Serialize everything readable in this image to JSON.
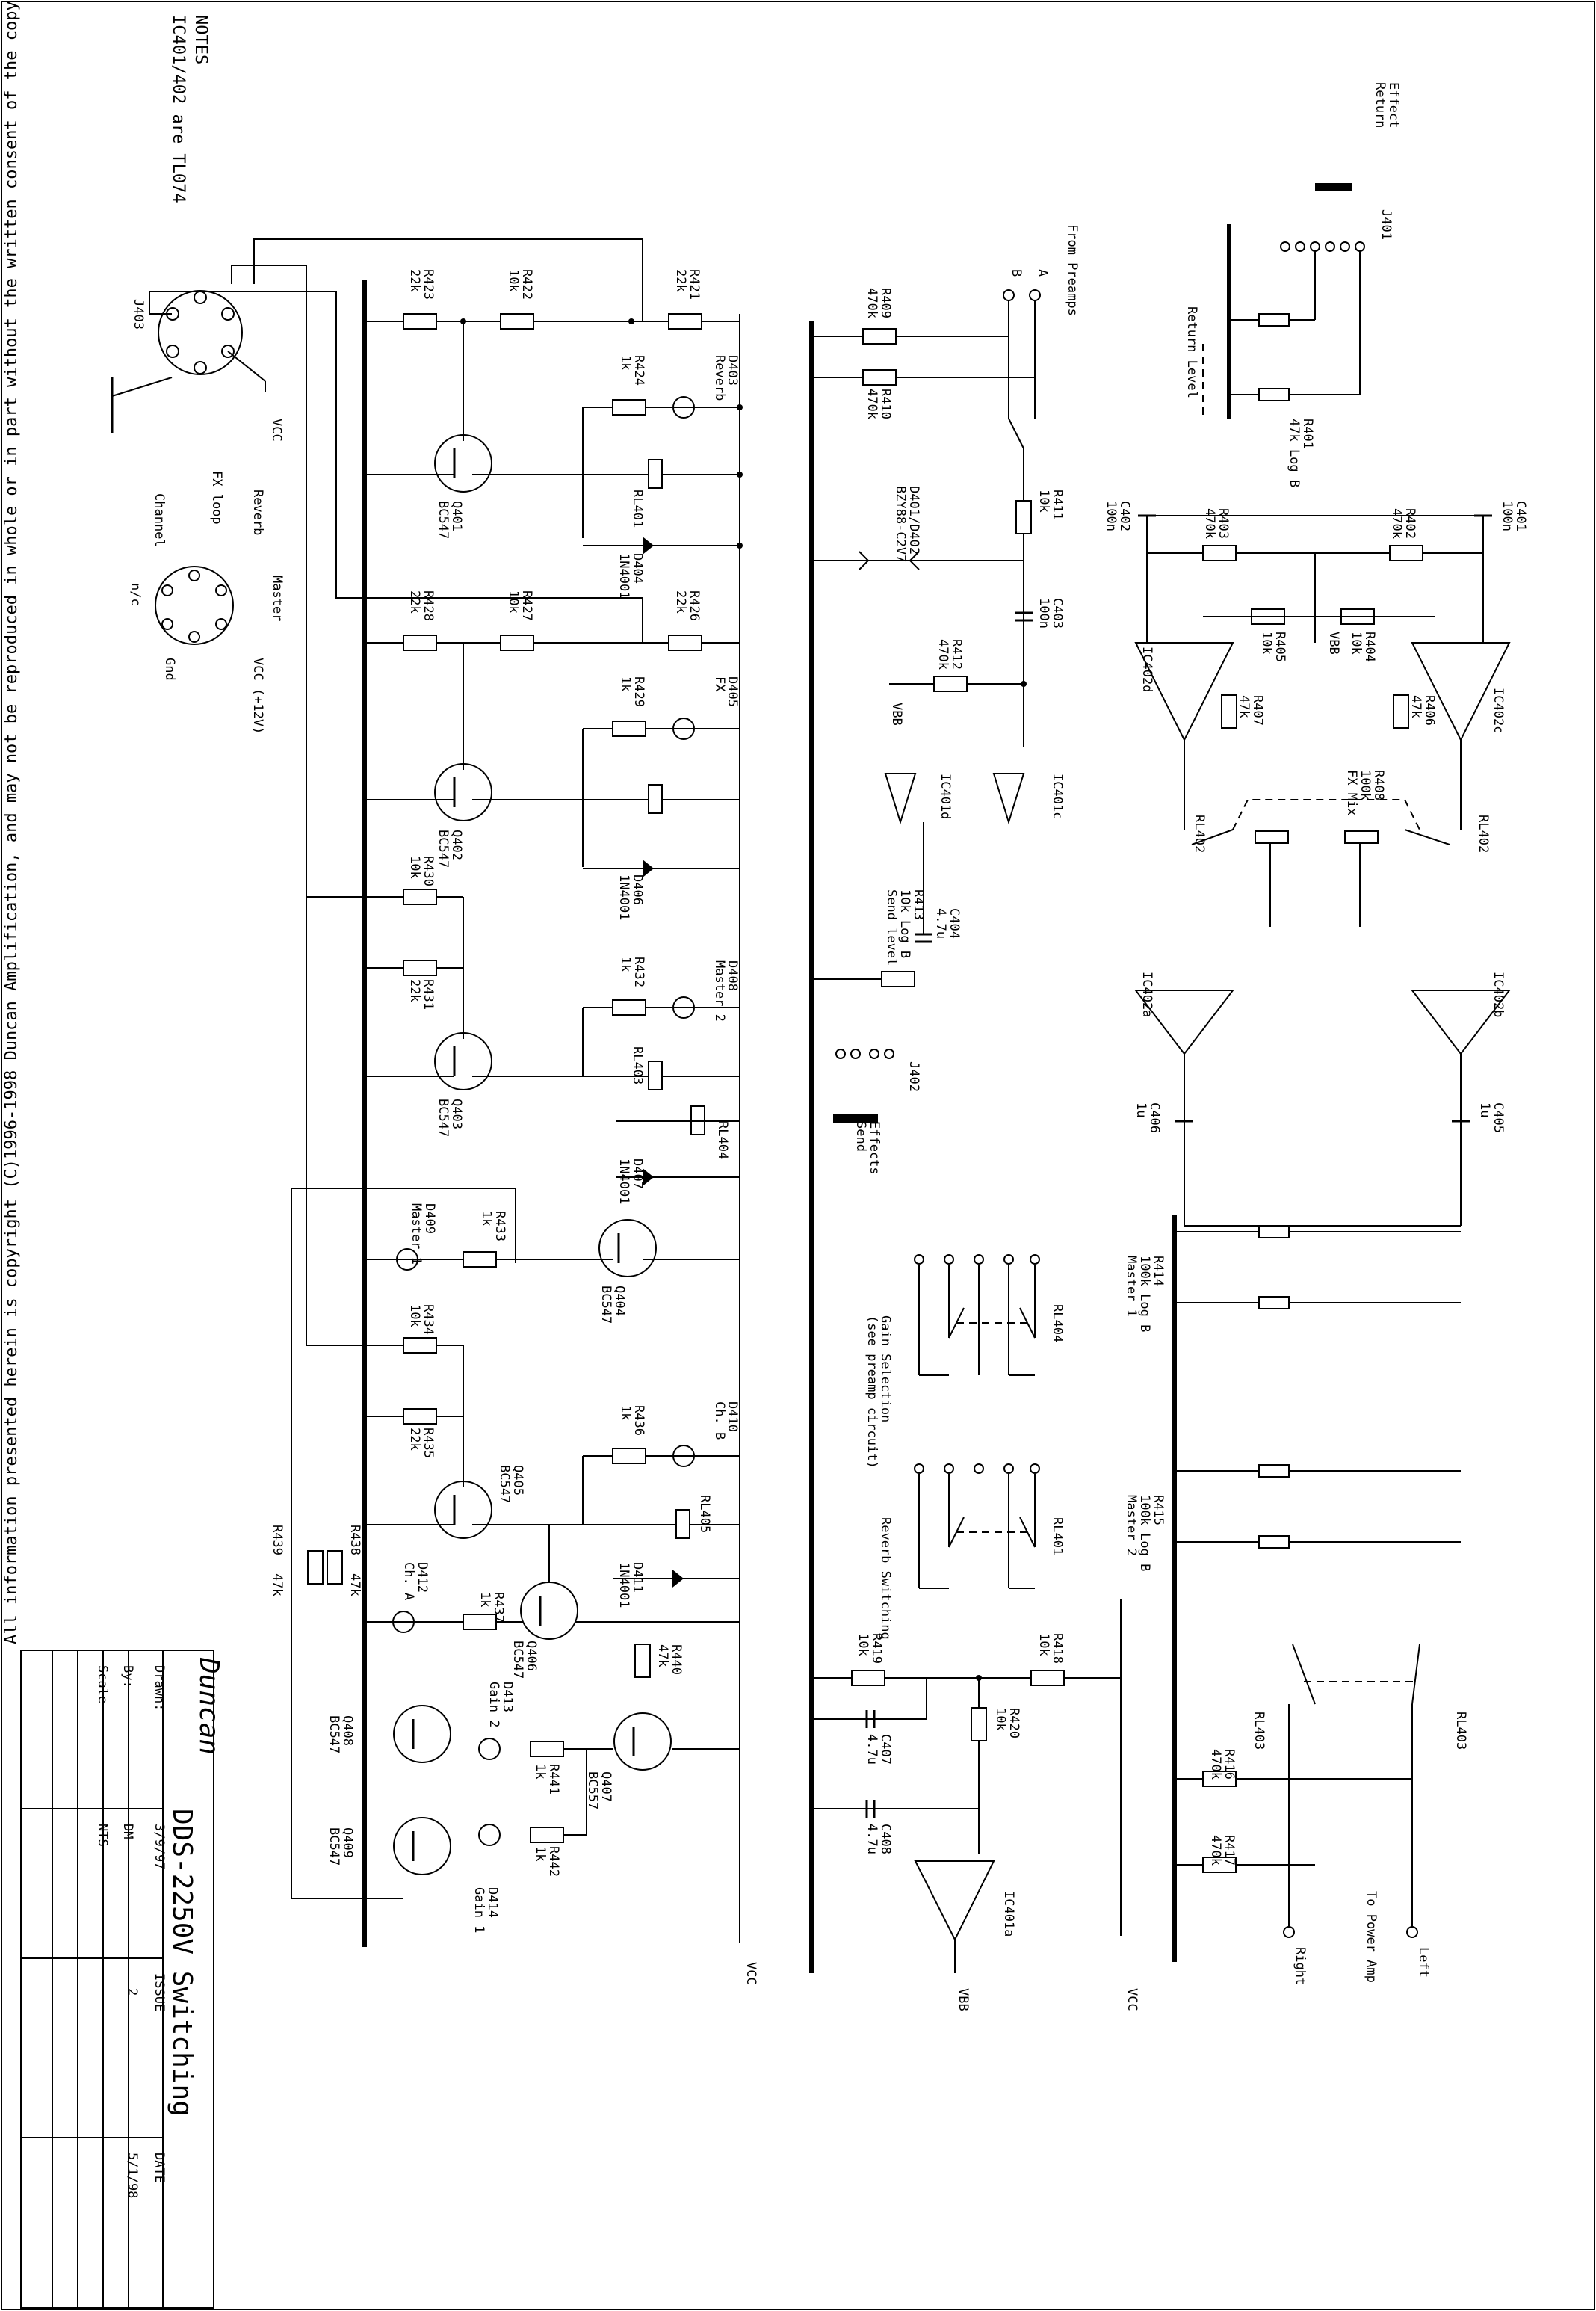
{
  "title_block": {
    "logo": "Duncan",
    "title": "DDS-2250V Switching",
    "drawn_label": "Drawn:",
    "drawn_value": "3/9/97",
    "by_label": "By:",
    "by_value": "DM",
    "scale_label": "Scale",
    "scale_value": "NTS",
    "issue_label": "ISSUE",
    "issue_value": "2",
    "date_label": "DATE",
    "date_value": "5/1/98"
  },
  "copyright": "All information presented herein is copyright (C)1996-1998 Duncan Amplification, and may not be reproduced in whole or in part without the written consent of the copyright holder.",
  "notes": {
    "heading": "NOTES",
    "line": "IC401/402 are TL074"
  },
  "connectors": {
    "j403": "J403",
    "j403_pins": [
      "Reverb",
      "FX loop",
      "Channel",
      "n/c",
      "Master",
      "VCC (+12V)",
      "Gnd"
    ],
    "j401": "J401",
    "effect_return": [
      "Effect",
      "Return"
    ],
    "j402": "J402",
    "effects_send": [
      "Effects",
      "Send"
    ],
    "from_preamps": "From Preamps",
    "to_power_amp": "To Power Amp"
  },
  "rails": {
    "vcc": "VCC",
    "vbb": "VBB"
  },
  "resistors": {
    "r401": [
      "R401",
      "47k Log B"
    ],
    "r402": [
      "R402",
      "470k"
    ],
    "r403": [
      "R403",
      "470k"
    ],
    "r404": [
      "R404",
      "10k"
    ],
    "r405": [
      "R405",
      "10k"
    ],
    "r406": [
      "R406",
      "47k"
    ],
    "r407": [
      "R407",
      "47k"
    ],
    "r408": [
      "R408",
      "100k",
      "FX Mix"
    ],
    "r409": [
      "R409",
      "470k"
    ],
    "r410": [
      "R410",
      "470k"
    ],
    "r411": [
      "R411",
      "10k"
    ],
    "r412": [
      "R412",
      "470k"
    ],
    "r413": [
      "R413",
      "10k Log B",
      "Send level"
    ],
    "r414": [
      "R414",
      "100k Log B",
      "Master 1"
    ],
    "r415": [
      "R415",
      "100k Log B",
      "Master 2"
    ],
    "r416": [
      "R416",
      "470k"
    ],
    "r417": [
      "R417",
      "470k"
    ],
    "r418": [
      "R418",
      "10k"
    ],
    "r419": [
      "R419",
      "10k"
    ],
    "r420": [
      "R420",
      "10k"
    ],
    "r421": [
      "R421",
      "22k"
    ],
    "r422": [
      "R422",
      "10k"
    ],
    "r423": [
      "R423",
      "22k"
    ],
    "r424": [
      "R424",
      "1k"
    ],
    "r426": [
      "R426",
      "22k"
    ],
    "r427": [
      "R427",
      "10k"
    ],
    "r428": [
      "R428",
      "22k"
    ],
    "r429": [
      "R429",
      "1k"
    ],
    "r430": [
      "R430",
      "10k"
    ],
    "r431": [
      "R431",
      "22k"
    ],
    "r432": [
      "R432",
      "1k"
    ],
    "r433": [
      "R433",
      "1k"
    ],
    "r434": [
      "R434",
      "10k"
    ],
    "r435": [
      "R435",
      "22k"
    ],
    "r436": [
      "R436",
      "1k"
    ],
    "r437": [
      "R437",
      "1k"
    ],
    "r438": [
      "R438",
      "47k"
    ],
    "r439": [
      "R439",
      "47k"
    ],
    "r440": [
      "R440",
      "47k"
    ],
    "r441": [
      "R441",
      "1k"
    ],
    "r442": [
      "R442",
      "1k"
    ]
  },
  "capacitors": {
    "c401": [
      "C401",
      "100n"
    ],
    "c402": [
      "C402",
      "100n"
    ],
    "c403": [
      "C403",
      "100n"
    ],
    "c404": [
      "C404",
      "4.7u"
    ],
    "c405": [
      "C405",
      "1u"
    ],
    "c406": [
      "C406",
      "1u"
    ],
    "c407": [
      "C407",
      "4.7u"
    ],
    "c408": [
      "C408",
      "4.7u"
    ]
  },
  "transistors": {
    "q401": [
      "Q401",
      "BC547"
    ],
    "q402": [
      "Q402",
      "BC547"
    ],
    "q403": [
      "Q403",
      "BC547"
    ],
    "q404": [
      "Q404",
      "BC547"
    ],
    "q405": [
      "Q405",
      "BC547"
    ],
    "q406": [
      "Q406",
      "BC547"
    ],
    "q407": [
      "Q407",
      "BC557"
    ],
    "q408": [
      "Q408",
      "BC547"
    ],
    "q409": [
      "Q409",
      "BC547"
    ]
  },
  "diodes": {
    "d401": [
      "D401/D402",
      "BZY88-C2V7"
    ],
    "d403": [
      "D403",
      "Reverb"
    ],
    "d404": [
      "D404",
      "1N4001"
    ],
    "d405": [
      "D405",
      "FX"
    ],
    "d406": [
      "D406",
      "1N4001"
    ],
    "d407": [
      "D407",
      "1N4001"
    ],
    "d408": [
      "D408",
      "Master 2"
    ],
    "d409": [
      "D409",
      "Master 1"
    ],
    "d410": [
      "D410",
      "Ch. B"
    ],
    "d411": [
      "D411",
      "1N4001"
    ],
    "d412": [
      "D412",
      "Ch. A"
    ],
    "d413": [
      "D413",
      "Gain 2"
    ],
    "d414": [
      "D414",
      "Gain 1"
    ]
  },
  "relays": {
    "rl401": "RL401",
    "rl402": "RL402",
    "rl403": "RL403",
    "rl404": "RL404",
    "rl405": "RL405",
    "gain_selection": [
      "Gain Selection",
      "(see preamp circuit)"
    ],
    "reverb_switching": "Reverb Switching"
  },
  "opamps": {
    "ic401a": "IC401a",
    "ic401c": "IC401c",
    "ic401d": "IC401d",
    "ic402a": "IC402a",
    "ic402b": "IC402b",
    "ic402c": "IC402c",
    "ic402d": "IC402d"
  },
  "misc": {
    "return_level": "Return Level",
    "input_a": "A",
    "input_b": "B",
    "left": "Left",
    "right": "Right"
  }
}
